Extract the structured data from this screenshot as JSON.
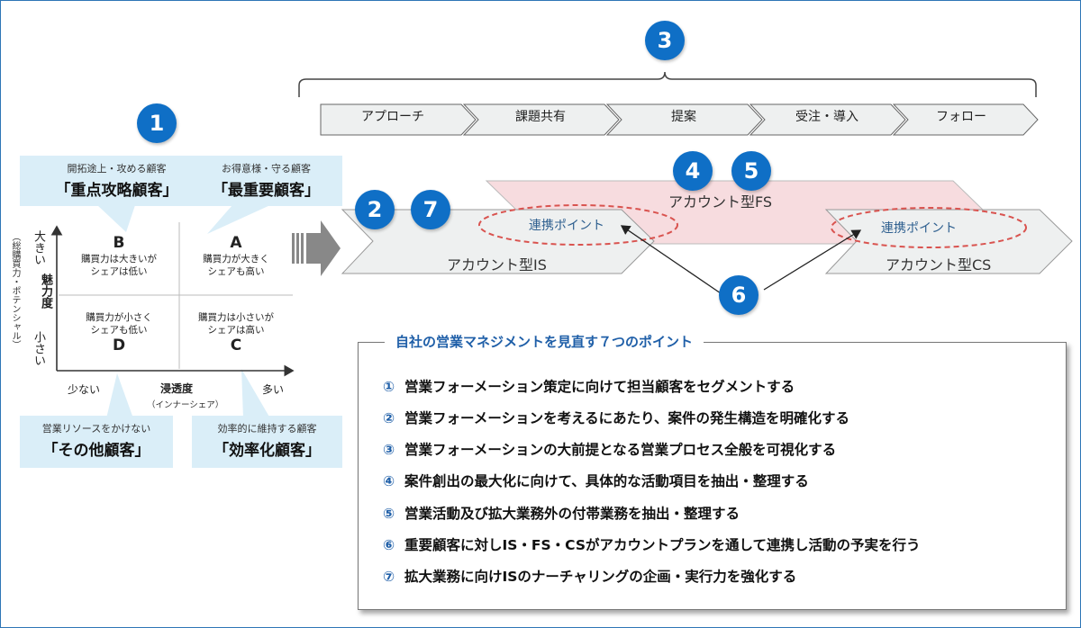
{
  "badges": [
    "1",
    "2",
    "3",
    "4",
    "5",
    "6",
    "7"
  ],
  "segments": {
    "top_left": {
      "sub": "開拓途上・攻める顧客",
      "main": "「重点攻略顧客」"
    },
    "top_right": {
      "sub": "お得意様・守る顧客",
      "main": "「最重要顧客」"
    },
    "bottom_left": {
      "sub": "営業リソースをかけない",
      "main": "「その他顧客」"
    },
    "bottom_right": {
      "sub": "効率的に維持する顧客",
      "main": "「効率化顧客」"
    }
  },
  "matrix": {
    "y_axis": {
      "high": "大きい",
      "low": "小さい",
      "label": "魅力度",
      "sublabel": "（総購買力・ポテンシャル）"
    },
    "x_axis": {
      "low": "少ない",
      "high": "多い",
      "label": "浸透度",
      "sublabel": "（インナーシェア）"
    },
    "quadrants": {
      "B": {
        "letter": "B",
        "line1": "購買力は大きいが",
        "line2": "シェアは低い"
      },
      "A": {
        "letter": "A",
        "line1": "購買力が大きく",
        "line2": "シェアも高い"
      },
      "D": {
        "letter": "D",
        "line1": "購買力が小さく",
        "line2": "シェアも低い"
      },
      "C": {
        "letter": "C",
        "line1": "購買力は小さいが",
        "line2": "シェアは高い"
      }
    }
  },
  "process_steps": [
    "アプローチ",
    "課題共有",
    "提案",
    "受注・導入",
    "フォロー"
  ],
  "accounts": {
    "fs": "アカウント型FS",
    "is": "アカウント型IS",
    "cs": "アカウント型CS",
    "link_point": "連携ポイント"
  },
  "points_title": "自社の営業マネジメントを見直す７つのポイント",
  "points": [
    {
      "num": "①",
      "text": "営業フォーメーション策定に向けて担当顧客をセグメントする"
    },
    {
      "num": "②",
      "text": "営業フォーメーションを考えるにあたり、案件の発生構造を明確化する"
    },
    {
      "num": "③",
      "text": "営業フォーメーションの大前提となる営業プロセス全般を可視化する"
    },
    {
      "num": "④",
      "text": "案件創出の最大化に向けて、具体的な活動項目を抽出・整理する"
    },
    {
      "num": "⑤",
      "text": "営業活動及び拡大業務外の付帯業務を抽出・整理する"
    },
    {
      "num": "⑥",
      "text": "重要顧客に対しIS・FS・CSがアカウントプランを通して連携し活動の予実を行う"
    },
    {
      "num": "⑦",
      "text": "拡大業務に向けISのナーチャリングの企画・実行力を強化する"
    }
  ],
  "colors": {
    "accent_blue": "#0f6fc6",
    "callout_bg": "#daeef8",
    "fs_fill": "#f7dcdf",
    "chevron_fill": "#eef0f0",
    "dashed_red": "#d9534f"
  }
}
